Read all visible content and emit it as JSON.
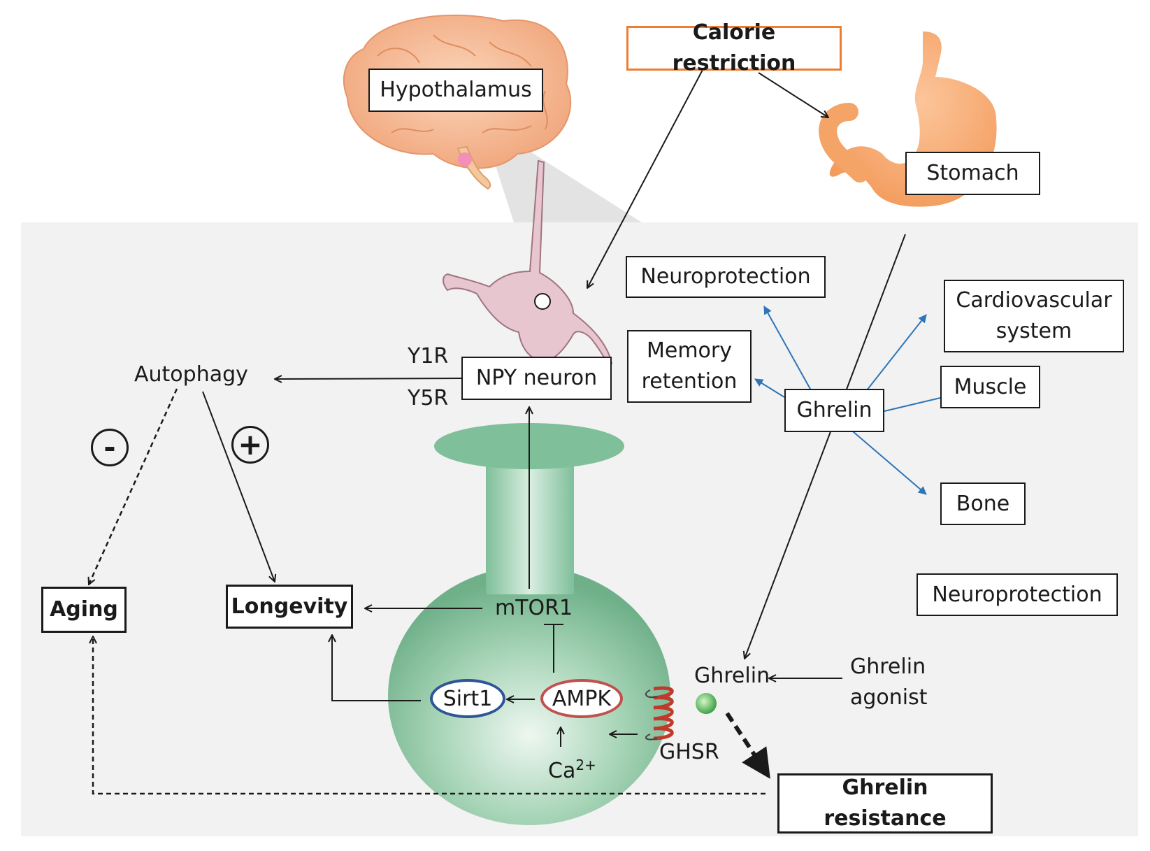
{
  "boxes": {
    "calorie_restriction": "Calorie restriction",
    "hypothalamus": "Hypothalamus",
    "stomach": "Stomach",
    "npy_neuron": "NPY neuron",
    "neuroprotection_top": "Neuroprotection",
    "memory_retention_line1": "Memory",
    "memory_retention_line2": "retention",
    "cardiovascular_line1": "Cardiovascular",
    "cardiovascular_line2": "system",
    "muscle": "Muscle",
    "ghrelin_hub": "Ghrelin",
    "bone": "Bone",
    "neuroprotection_bottom": "Neuroprotection",
    "aging": "Aging",
    "longevity": "Longevity",
    "ghrelin_resistance": "Ghrelin resistance"
  },
  "labels": {
    "y1r": "Y1R",
    "y5r": "Y5R",
    "autophagy": "Autophagy",
    "minus": "-",
    "plus": "+",
    "mtor1": "mTOR1",
    "sirt1": "Sirt1",
    "ampk": "AMPK",
    "ca_base": "Ca",
    "ca_sup": "2+",
    "ghsr": "GHSR",
    "ghrelin_receptor": "Ghrelin",
    "ghrelin_agonist_line1": "Ghrelin",
    "ghrelin_agonist_line2": "agonist"
  },
  "colors": {
    "panel": "#f2f2f2",
    "orange": "#ed7d31",
    "blue_arrow": "#2e75b6",
    "sirt1_border": "#2e5597",
    "ampk_border": "#c0504d",
    "cell_green": "#7fbf9a",
    "brain": "#f4b183",
    "neuron": "#e8c6d0",
    "stomach": "#f8a86a"
  }
}
